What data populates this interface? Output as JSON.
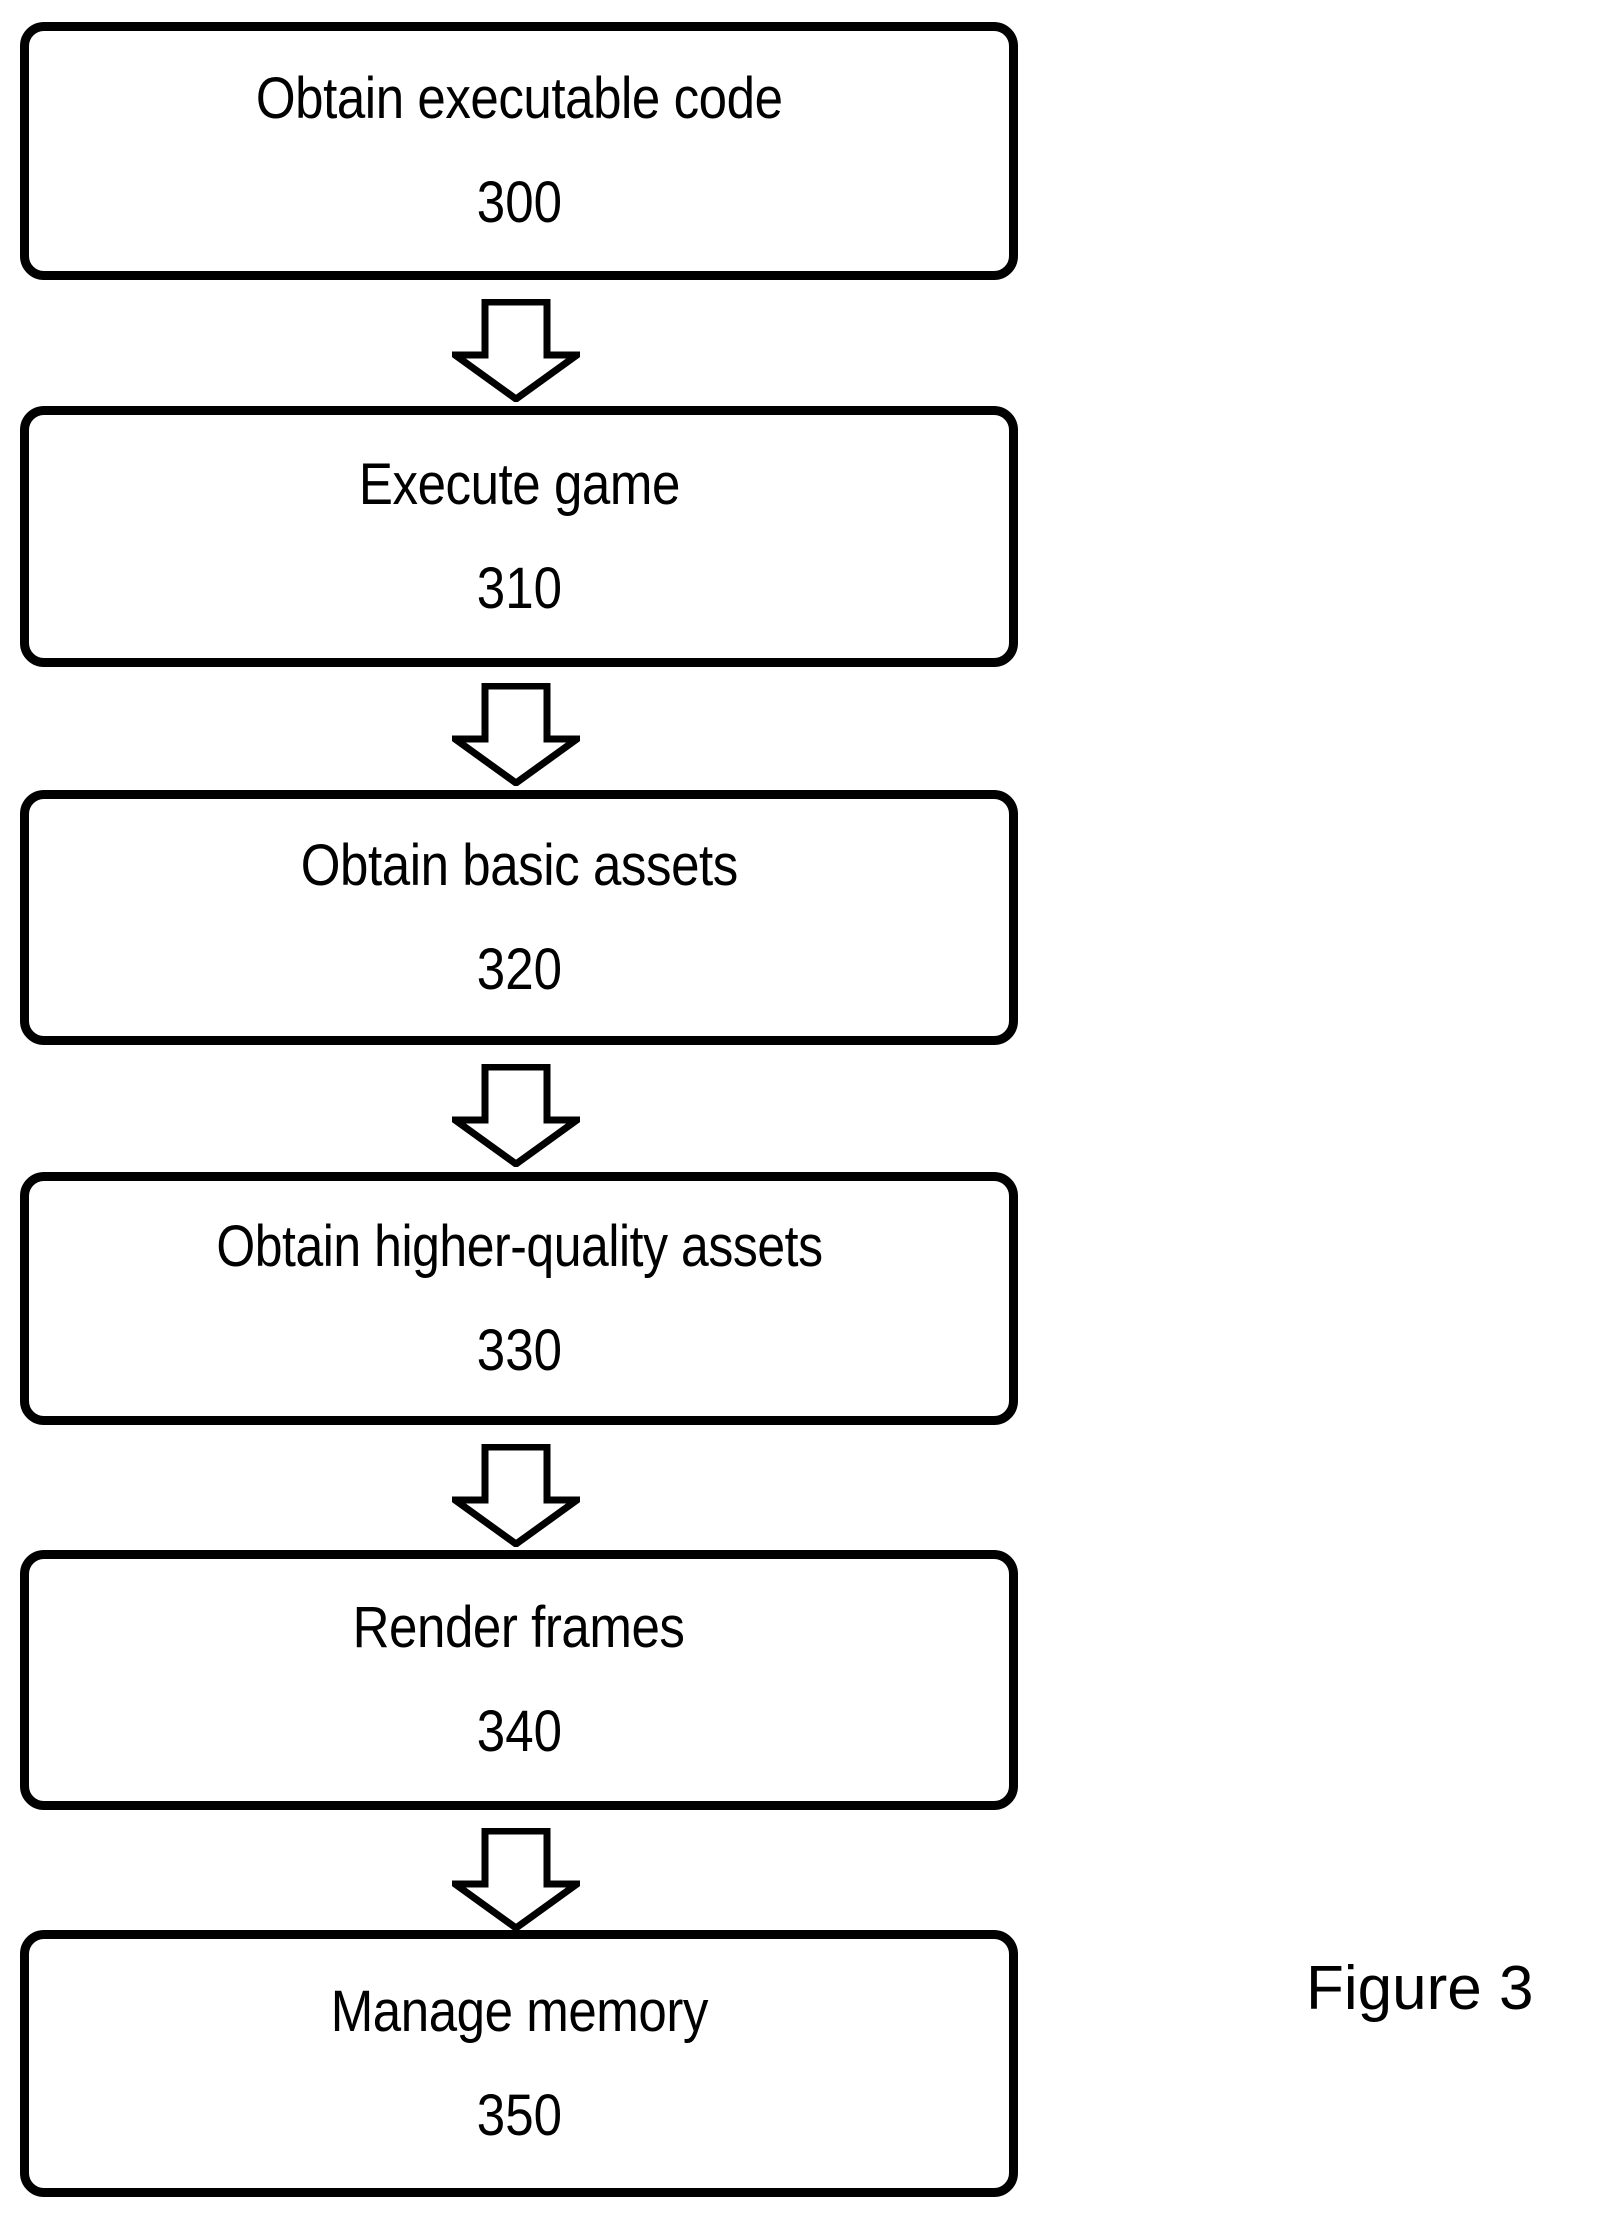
{
  "figure": {
    "caption": "Figure 3",
    "background_color": "#ffffff",
    "stroke_color": "#000000"
  },
  "flowchart": {
    "type": "vertical-process-flow",
    "connector_style": "hollow-block-arrow-down",
    "steps": [
      {
        "label": "Obtain executable code",
        "ref": "300"
      },
      {
        "label": "Execute game",
        "ref": "310"
      },
      {
        "label": "Obtain basic assets",
        "ref": "320"
      },
      {
        "label": "Obtain higher-quality assets",
        "ref": "330"
      },
      {
        "label": "Render frames",
        "ref": "340"
      },
      {
        "label": "Manage memory",
        "ref": "350"
      }
    ],
    "arrows": [
      {
        "from": "300",
        "to": "310",
        "direction": "down"
      },
      {
        "from": "310",
        "to": "320",
        "direction": "down"
      },
      {
        "from": "320",
        "to": "330",
        "direction": "down"
      },
      {
        "from": "330",
        "to": "340",
        "direction": "down"
      },
      {
        "from": "340",
        "to": "350",
        "direction": "down"
      }
    ]
  }
}
